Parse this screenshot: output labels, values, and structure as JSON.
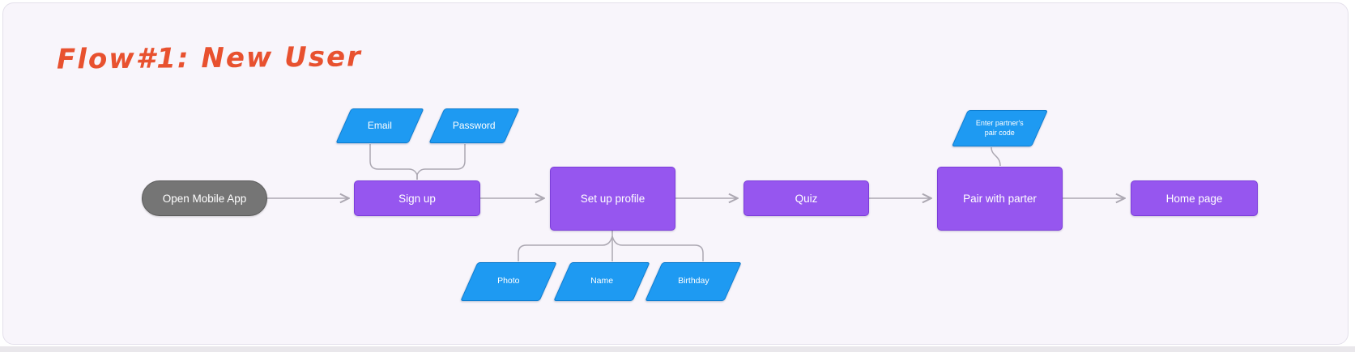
{
  "canvas": {
    "title": {
      "label": "Flow#1: New User",
      "color": "#E8512F"
    },
    "background": "#F8F5FB"
  },
  "colors": {
    "process_fill": "#9656EF",
    "process_border": "#7C3ED9",
    "input_fill": "#1E9AF2",
    "input_border": "#0E7CCE",
    "start_fill": "#757575",
    "start_border": "#5C5C5C",
    "connector": "#ACA8B2",
    "label_text": "#FFFFFF",
    "title_text": "#E8512F"
  },
  "nodes": {
    "open_mobile_app": {
      "label": "Open Mobile App",
      "shape": "rounded-pill"
    },
    "sign_up": {
      "label": "Sign up",
      "shape": "rectangle"
    },
    "email": {
      "label": "Email",
      "shape": "parallelogram"
    },
    "password": {
      "label": "Password",
      "shape": "parallelogram"
    },
    "set_up_profile": {
      "label": "Set up profile",
      "shape": "rectangle"
    },
    "photo": {
      "label": "Photo",
      "shape": "parallelogram"
    },
    "name": {
      "label": "Name",
      "shape": "parallelogram"
    },
    "birthday": {
      "label": "Birthday",
      "shape": "parallelogram"
    },
    "quiz": {
      "label": "Quiz",
      "shape": "rectangle"
    },
    "enter_pair_code": {
      "label_line1": "Enter partner's",
      "label_line2": "pair code",
      "shape": "parallelogram"
    },
    "pair_with_parter": {
      "label": "Pair with parter",
      "shape": "rectangle"
    },
    "home_page": {
      "label": "Home page",
      "shape": "rectangle"
    }
  },
  "edges": [
    {
      "from": "open_mobile_app",
      "to": "sign_up",
      "type": "arrow"
    },
    {
      "from": "email",
      "to": "sign_up",
      "type": "line"
    },
    {
      "from": "password",
      "to": "sign_up",
      "type": "line"
    },
    {
      "from": "sign_up",
      "to": "set_up_profile",
      "type": "arrow"
    },
    {
      "from": "set_up_profile",
      "to": "photo",
      "type": "line"
    },
    {
      "from": "set_up_profile",
      "to": "name",
      "type": "line"
    },
    {
      "from": "set_up_profile",
      "to": "birthday",
      "type": "line"
    },
    {
      "from": "set_up_profile",
      "to": "quiz",
      "type": "arrow"
    },
    {
      "from": "quiz",
      "to": "pair_with_parter",
      "type": "arrow"
    },
    {
      "from": "enter_pair_code",
      "to": "pair_with_parter",
      "type": "line"
    },
    {
      "from": "pair_with_parter",
      "to": "home_page",
      "type": "arrow"
    }
  ]
}
